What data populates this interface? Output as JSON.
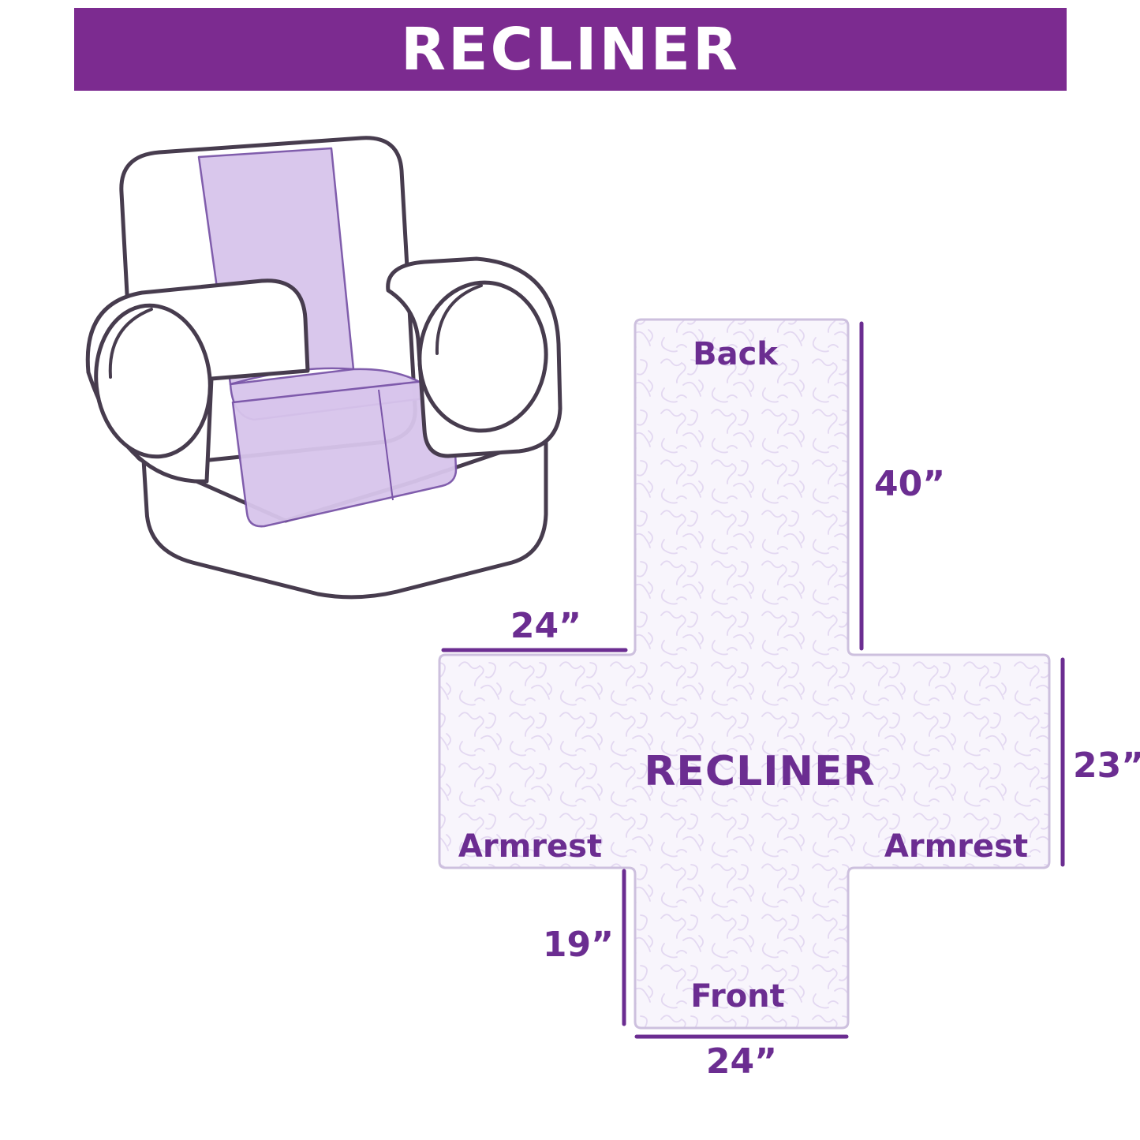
{
  "header": {
    "title": "RECLINER"
  },
  "diagram": {
    "center_label": "RECLINER",
    "labels": {
      "back": "Back",
      "front": "Front",
      "armrest_left": "Armrest",
      "armrest_right": "Armrest"
    },
    "dimensions": {
      "back_height": "40”",
      "armrest_top_width": "24”",
      "side_height": "23”",
      "front_height": "19”",
      "front_width": "24”"
    }
  },
  "illustration": {
    "name": "recliner armchair with quilted lavender furniture cover"
  },
  "colors": {
    "header_bg": "#7c2b90",
    "accent": "#6b2d91",
    "cover": "#d8c5ec",
    "cover_edge": "#7a55a8",
    "cross_fill": "#f8f5fc",
    "cross_pattern": "#e3d8f1",
    "cross_border": "#cdc0de",
    "outline": "#473c4e"
  }
}
